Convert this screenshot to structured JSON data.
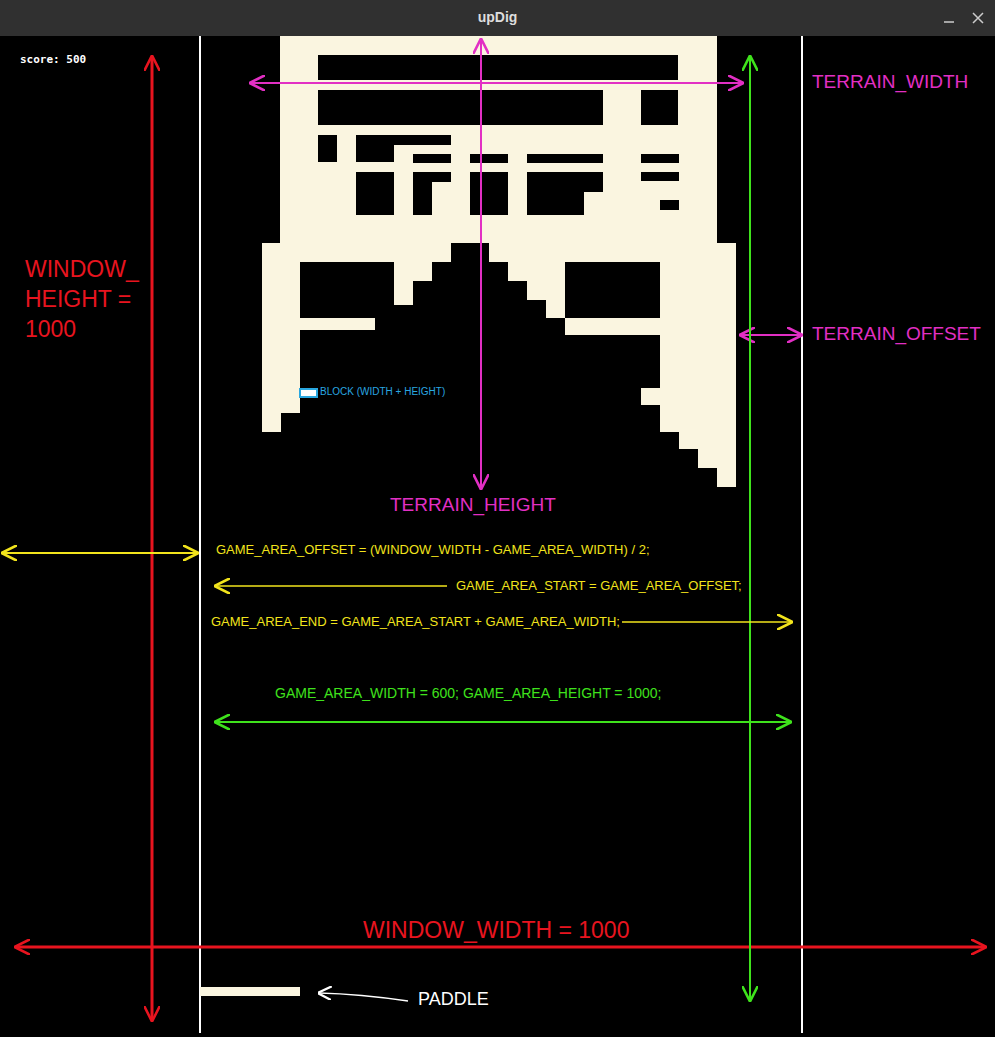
{
  "diagram": {
    "title": "upDig",
    "labels": [
      "score: 500",
      "TERRAIN_WIDTH",
      "WINDOW_ HEIGHT = 1000",
      "TERRAIN_OFFSET",
      "BLOCK (WIDTH + HEIGHT)",
      "TERRAIN_HEIGHT",
      "GAME_AREA_OFFSET = (WINDOW_WIDTH - GAME_AREA_WIDTH) / 2;",
      "GAME_AREA_START = GAME_AREA_OFFSET;",
      "GAME_AREA_END = GAME_AREA_START + GAME_AREA_WIDTH;",
      "GAME_AREA_WIDTH = 600; GAME_AREA_HEIGHT = 1000;",
      "WINDOW_WIDTH = 1000",
      "PADDLE"
    ]
  }
}
